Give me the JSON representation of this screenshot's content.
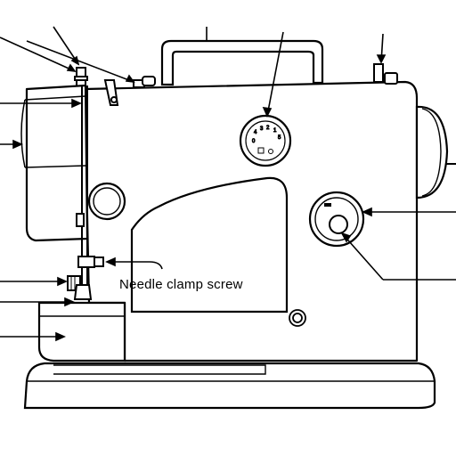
{
  "diagram": {
    "callout_label": "Needle clamp screw",
    "stitch_dial_numbers": [
      "4",
      "3",
      "2",
      "1",
      "0",
      "5"
    ],
    "colors": {
      "line": "#000000",
      "body": "#ffffff"
    }
  }
}
